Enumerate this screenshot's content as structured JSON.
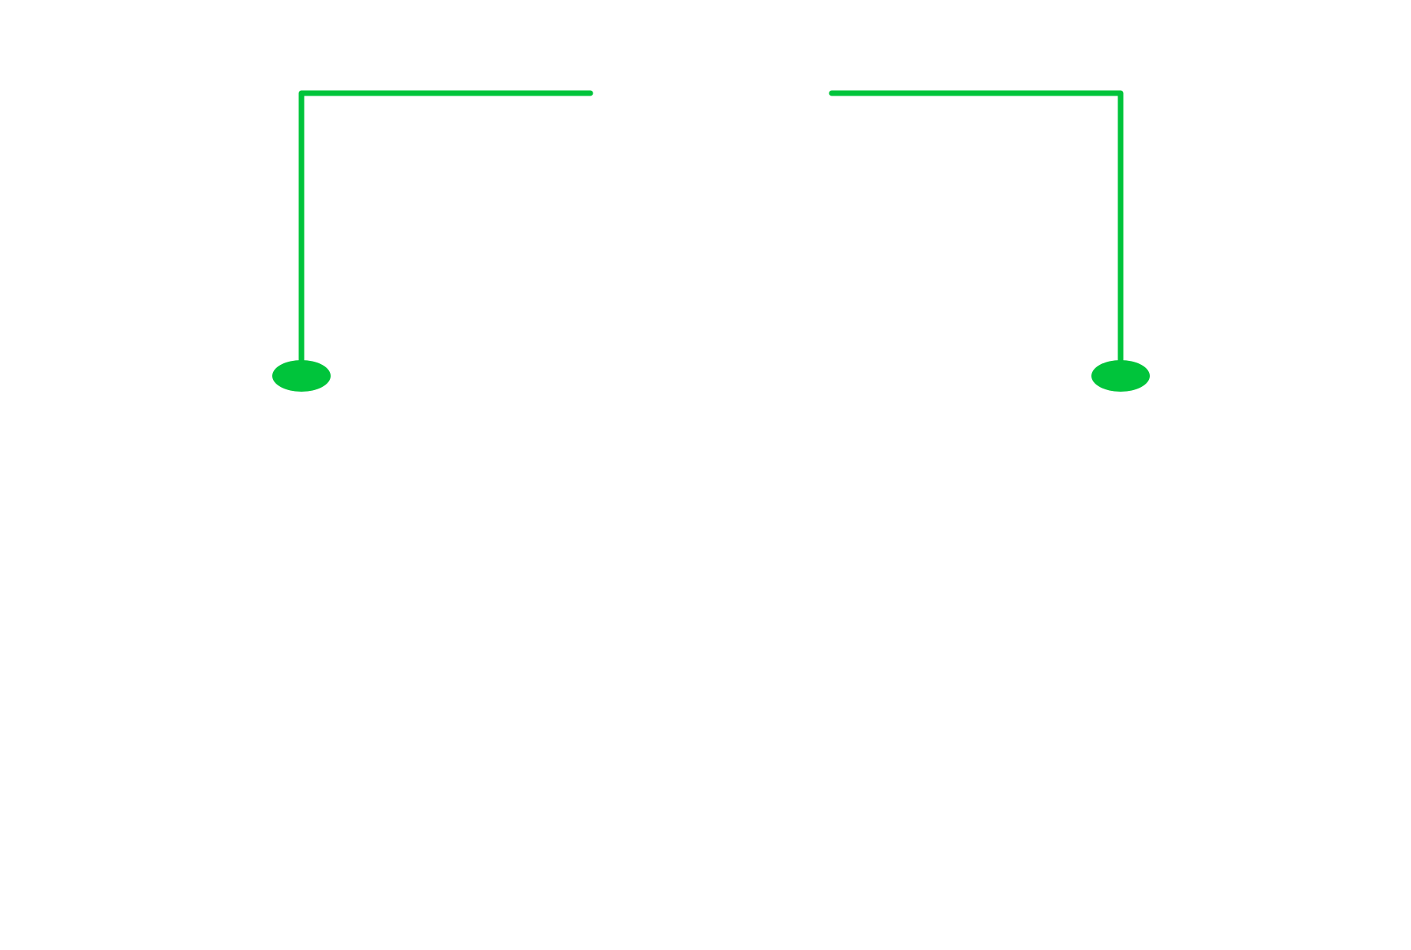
{
  "diagram": {
    "background_color": "#ffffff",
    "stroke_color": "#00c43b",
    "fill_color": "#00c43b",
    "elements": [
      {
        "kind": "connector",
        "name": "left-bracket-connector"
      },
      {
        "kind": "terminal",
        "name": "left-terminal-dot"
      },
      {
        "kind": "connector",
        "name": "right-bracket-connector"
      },
      {
        "kind": "terminal",
        "name": "right-terminal-dot"
      }
    ]
  }
}
